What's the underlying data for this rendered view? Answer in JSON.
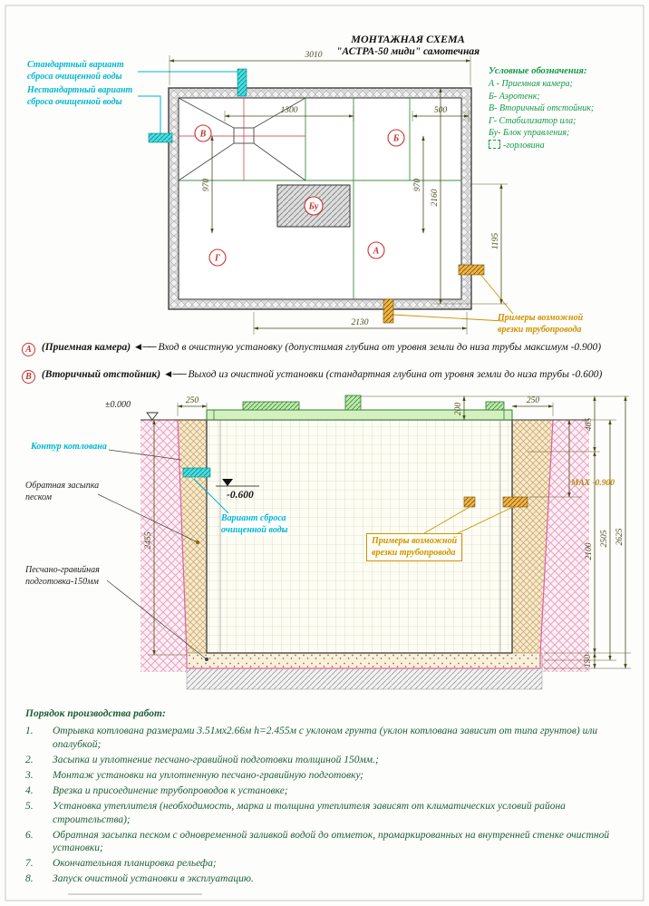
{
  "page": {
    "title1": "МОНТАЖНАЯ СХЕМА",
    "title2": "\"АСТРА-50 миди\" самотечная"
  },
  "legend": {
    "title": "Условные обозначения:",
    "a": "А -  Приемная камера;",
    "b": "Б-  Аэротенк;",
    "v": "В-  Вторичный отстойник;",
    "g": "Г-  Стабилизатор ила;",
    "bu": "Бу- Блок управления;",
    "neck": "-горловина"
  },
  "plan": {
    "outfall_standard": {
      "line1": "Стандартный вариант",
      "line2": "сброса очищенной воды"
    },
    "outfall_nonstandard": {
      "line1": "Нестандартный вариант",
      "line2": "сброса очищенной воды"
    },
    "compartments": {
      "v": "В",
      "b": "Б",
      "bu": "Бу",
      "a": "А",
      "g": "Г"
    },
    "dims": {
      "total": "3010",
      "d1300": "1300",
      "d500": "500",
      "d970l": "970",
      "d970r": "970",
      "d2160": "2160",
      "d1195": "1195",
      "d2130": "2130"
    }
  },
  "tapping": {
    "line1": "Примеры возможной",
    "line2": "врезки трубопровода"
  },
  "notes": {
    "a": {
      "letter": "А",
      "name": "(Приемная камера)",
      "arrow": "◄──",
      "text": "Вход в очистную установку (допустимая глубина от уровня земли до низа трубы максимум -0.900)"
    },
    "v": {
      "letter": "В",
      "name": "(Вторичный отстойник)",
      "arrow": "◄──",
      "text": "Выход из очистной установки (стандартная глубина от уровня земли до низа трубы -0.600)"
    }
  },
  "section": {
    "level_zero": "±0.000",
    "level_600": "-0.600",
    "level_max": "МАХ -0.900",
    "contour": "Контур котлована",
    "backfill": {
      "line1": "Обратная засыпка",
      "line2": "песком"
    },
    "base": {
      "line1": "Песчано-гравийная",
      "line2": "подготовка-150мм"
    },
    "outfall": {
      "line1": "Вариант сброса",
      "line2": "очищенной воды"
    },
    "dims": {
      "left250": "250",
      "right250": "250",
      "d200": "200",
      "d405": "405",
      "d2455": "2455",
      "d2505": "2505",
      "d2625": "2625",
      "d2100": "2100",
      "d150": "150"
    }
  },
  "work": {
    "title": "Порядок производства работ:",
    "items": [
      {
        "num": "1.",
        "text": "Отрывка котлована размерами 3.51мх2.66м h=2.455м с уклоном грунта (уклон котлована зависит от типа грунтов) или опалубкой;"
      },
      {
        "num": "2.",
        "text": "Засыпка и уплотнение песчано-гравийной подготовки толщиной 150мм.;"
      },
      {
        "num": "3.",
        "text": "Монтаж установки на уплотненную песчано-гравийную подготовку;"
      },
      {
        "num": "4.",
        "text": "Врезка и присоединение трубопроводов к установке;"
      },
      {
        "num": "5.",
        "text": "Установка утеплителя (необходимость, марка и толщина утеплителя зависят от климатических условий района строительства);"
      },
      {
        "num": "6.",
        "text": "Обратная засыпка песком с одновременной заливкой водой до отметок, промаркированных на внутренней стенке очистной установки;"
      },
      {
        "num": "7.",
        "text": "Окончательная планировка рельефа;"
      },
      {
        "num": "8.",
        "text": "Запуск очистной установки в эксплуатацию."
      }
    ]
  },
  "colors": {
    "cyan": "#00b7cf",
    "orange": "#cf9200",
    "red": "#c83232",
    "green": "#12994a",
    "magenta": "#e060a8",
    "dim_text": "#4b4b1f",
    "max_label": "#b8860b"
  }
}
